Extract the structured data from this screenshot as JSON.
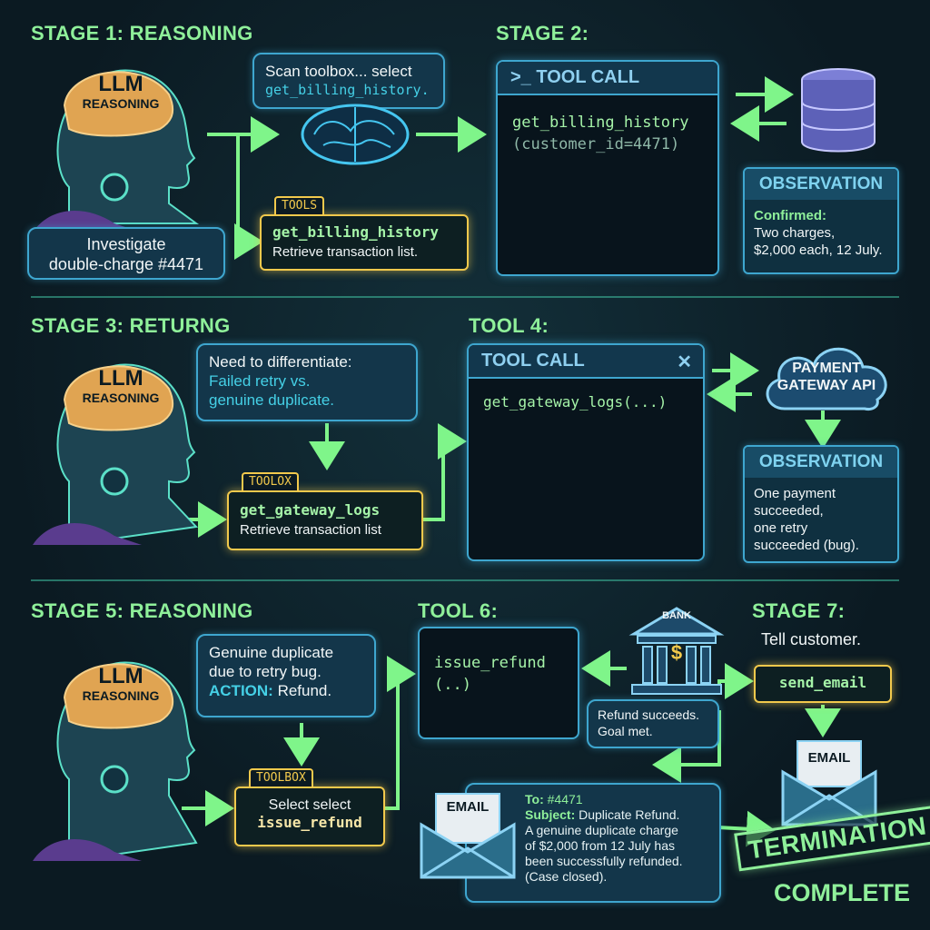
{
  "stage1": {
    "title": "STAGE 1: REASONING",
    "brain_line1": "LLM",
    "brain_line2": "REASONING",
    "task_line1": "Investigate",
    "task_line2": "double-charge #4471",
    "thought_line1": "Scan toolbox... select",
    "thought_fn": "get_billing_history.",
    "toolbox_tag": "TOOLS",
    "toolbox_fn": "get_billing_history",
    "toolbox_desc": "Retrieve transaction list."
  },
  "stage2": {
    "title": "STAGE 2:",
    "terminal_title": ">_ TOOL CALL",
    "code_line1": "get_billing_history",
    "code_line2": "(customer_id=4471)",
    "obs_title": "OBSERVATION",
    "obs_lead": "Confirmed:",
    "obs_line1": "Two charges,",
    "obs_line2": "$2,000 each, 12 July."
  },
  "stage3": {
    "title": "STAGE 3: RETURNG",
    "brain_line1": "LLM",
    "brain_line2": "REASONING",
    "thought_line1": "Need to differentiate:",
    "thought_line2": "Failed retry vs.",
    "thought_line3": "genuine duplicate.",
    "toolbox_tag": "TOOLOX",
    "toolbox_fn": "get_gateway_logs",
    "toolbox_desc": "Retrieve transaction list"
  },
  "stage4": {
    "title": "TOOL 4:",
    "terminal_title": "TOOL CALL",
    "close": "✕",
    "code_line1": "get_gateway_logs(...)",
    "cloud_line1": "PAYMENT",
    "cloud_line2": "GATEWAY API",
    "obs_title": "OBSERVATION",
    "obs_line1": "One payment",
    "obs_line2": "succeeded,",
    "obs_line3": "one retry",
    "obs_line4": "succeeded (bug)."
  },
  "stage5": {
    "title": "STAGE 5: REASONING",
    "brain_line1": "LLM",
    "brain_line2": "REASONING",
    "thought_line1": "Genuine duplicate",
    "thought_line2": "due to retry bug.",
    "thought_action": "ACTION:",
    "thought_action_val": "Refund.",
    "toolbox_tag": "TOOLBOX",
    "toolbox_line1": "Select select",
    "toolbox_fn": "issue_refund"
  },
  "stage6": {
    "title": "TOOL 6:",
    "code_line1": "issue_refund",
    "code_line2": "(..)",
    "bank_label": "BANK",
    "bank_symbol": "$",
    "result_line1": "Refund succeeds.",
    "result_line2": "Goal met.",
    "email_label": "EMAIL",
    "email_to_label": "To:",
    "email_to": "#4471",
    "email_subject_label": "Subject:",
    "email_subject": "Duplicate Refund.",
    "email_body_1": "A genuine duplicate charge",
    "email_body_2": "of $2,000 from 12 July has",
    "email_body_3": "been successfully refunded.",
    "email_body_4": "(Case closed)."
  },
  "stage7": {
    "title": "STAGE 7:",
    "subtitle": "Tell customer.",
    "fn": "send_email",
    "email_label": "EMAIL",
    "stamp": "TERMINATION",
    "complete": "COMPLETE"
  },
  "colors": {
    "stage_green": "#8ff09a",
    "panel_blue": "#3ea6cf",
    "toolbox_yellow": "#f2c94c",
    "code_green": "#a5f3a8"
  }
}
